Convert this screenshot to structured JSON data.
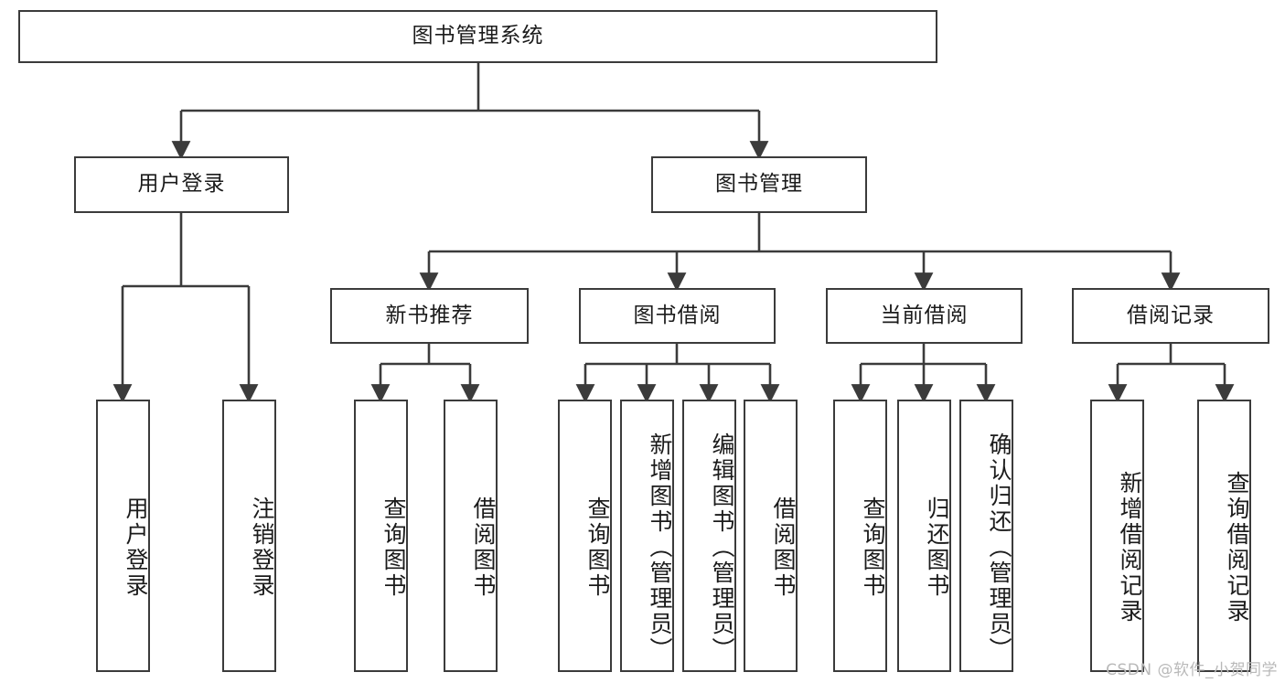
{
  "diagram": {
    "title": "图书管理系统",
    "type": "hierarchy-tree",
    "watermark": "CSDN @软件_小贺同学",
    "colors": {
      "box_border": "#3b3b3b",
      "box_fill": "#ffffff",
      "connector": "#3b3b3b",
      "text": "#1b1b1b",
      "watermark": "#b9b9b9",
      "background": "#ffffff"
    },
    "levels": {
      "root": {
        "label": "图书管理系统"
      },
      "level2": [
        {
          "label": "用户登录"
        },
        {
          "label": "图书管理"
        }
      ],
      "level3": [
        {
          "label": "新书推荐"
        },
        {
          "label": "图书借阅"
        },
        {
          "label": "当前借阅"
        },
        {
          "label": "借阅记录"
        }
      ],
      "leaves": [
        {
          "label": "用户登录",
          "parent": "用户登录"
        },
        {
          "label": "注销登录",
          "parent": "用户登录"
        },
        {
          "label": "查询图书",
          "parent": "新书推荐"
        },
        {
          "label": "借阅图书",
          "parent": "新书推荐"
        },
        {
          "label": "查询图书",
          "parent": "图书借阅"
        },
        {
          "label": "新增图书（管理员）",
          "parent": "图书借阅"
        },
        {
          "label": "编辑图书（管理员）",
          "parent": "图书借阅"
        },
        {
          "label": "借阅图书",
          "parent": "图书借阅"
        },
        {
          "label": "查询图书",
          "parent": "当前借阅"
        },
        {
          "label": "归还图书",
          "parent": "当前借阅"
        },
        {
          "label": "确认归还（管理员）",
          "parent": "当前借阅"
        },
        {
          "label": "新增借阅记录",
          "parent": "借阅记录"
        },
        {
          "label": "查询借阅记录",
          "parent": "借阅记录"
        }
      ]
    }
  }
}
